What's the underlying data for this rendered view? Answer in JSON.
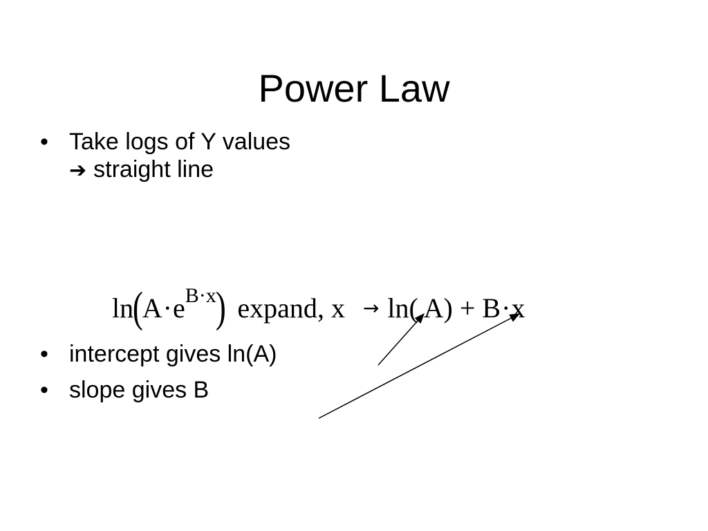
{
  "slide": {
    "title": "Power Law",
    "bullets_top": [
      {
        "mark": "•",
        "text": "Take logs of Y values",
        "sub": {
          "arrow": "➔",
          "text": "straight line"
        }
      }
    ],
    "formula": {
      "ln": "ln",
      "open_paren": "(",
      "A": "A",
      "cdot": "·",
      "e": "e",
      "exponent": "B·x",
      "close_paren": ")",
      "expand": "expand",
      "comma": ",",
      "x": "x",
      "arrow": "→",
      "rhs_ln": "ln",
      "rhs_A": "( A)",
      "plus": "+",
      "rhs_B": "B",
      "rhs_cdot": "·",
      "rhs_x": "x"
    },
    "bullets_bottom": [
      {
        "mark": "•",
        "text": "intercept gives ln(A)"
      },
      {
        "mark": "•",
        "text": "slope gives B"
      }
    ]
  }
}
